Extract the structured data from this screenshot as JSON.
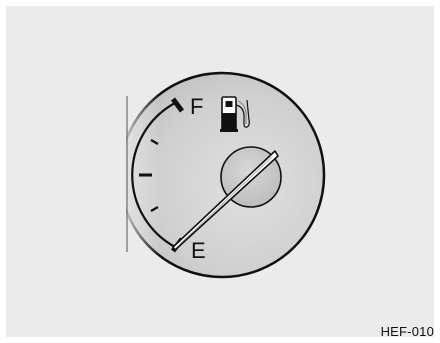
{
  "gauge": {
    "type": "fuel-gauge",
    "full_label": "F",
    "empty_label": "E",
    "icon": "fuel-pump-icon",
    "needle_level": 0,
    "tick_count": 5
  },
  "figure_code": "HEF-010",
  "colors": {
    "face": "#cfcfcf",
    "ink": "#111111",
    "background": "#ebebeb"
  }
}
